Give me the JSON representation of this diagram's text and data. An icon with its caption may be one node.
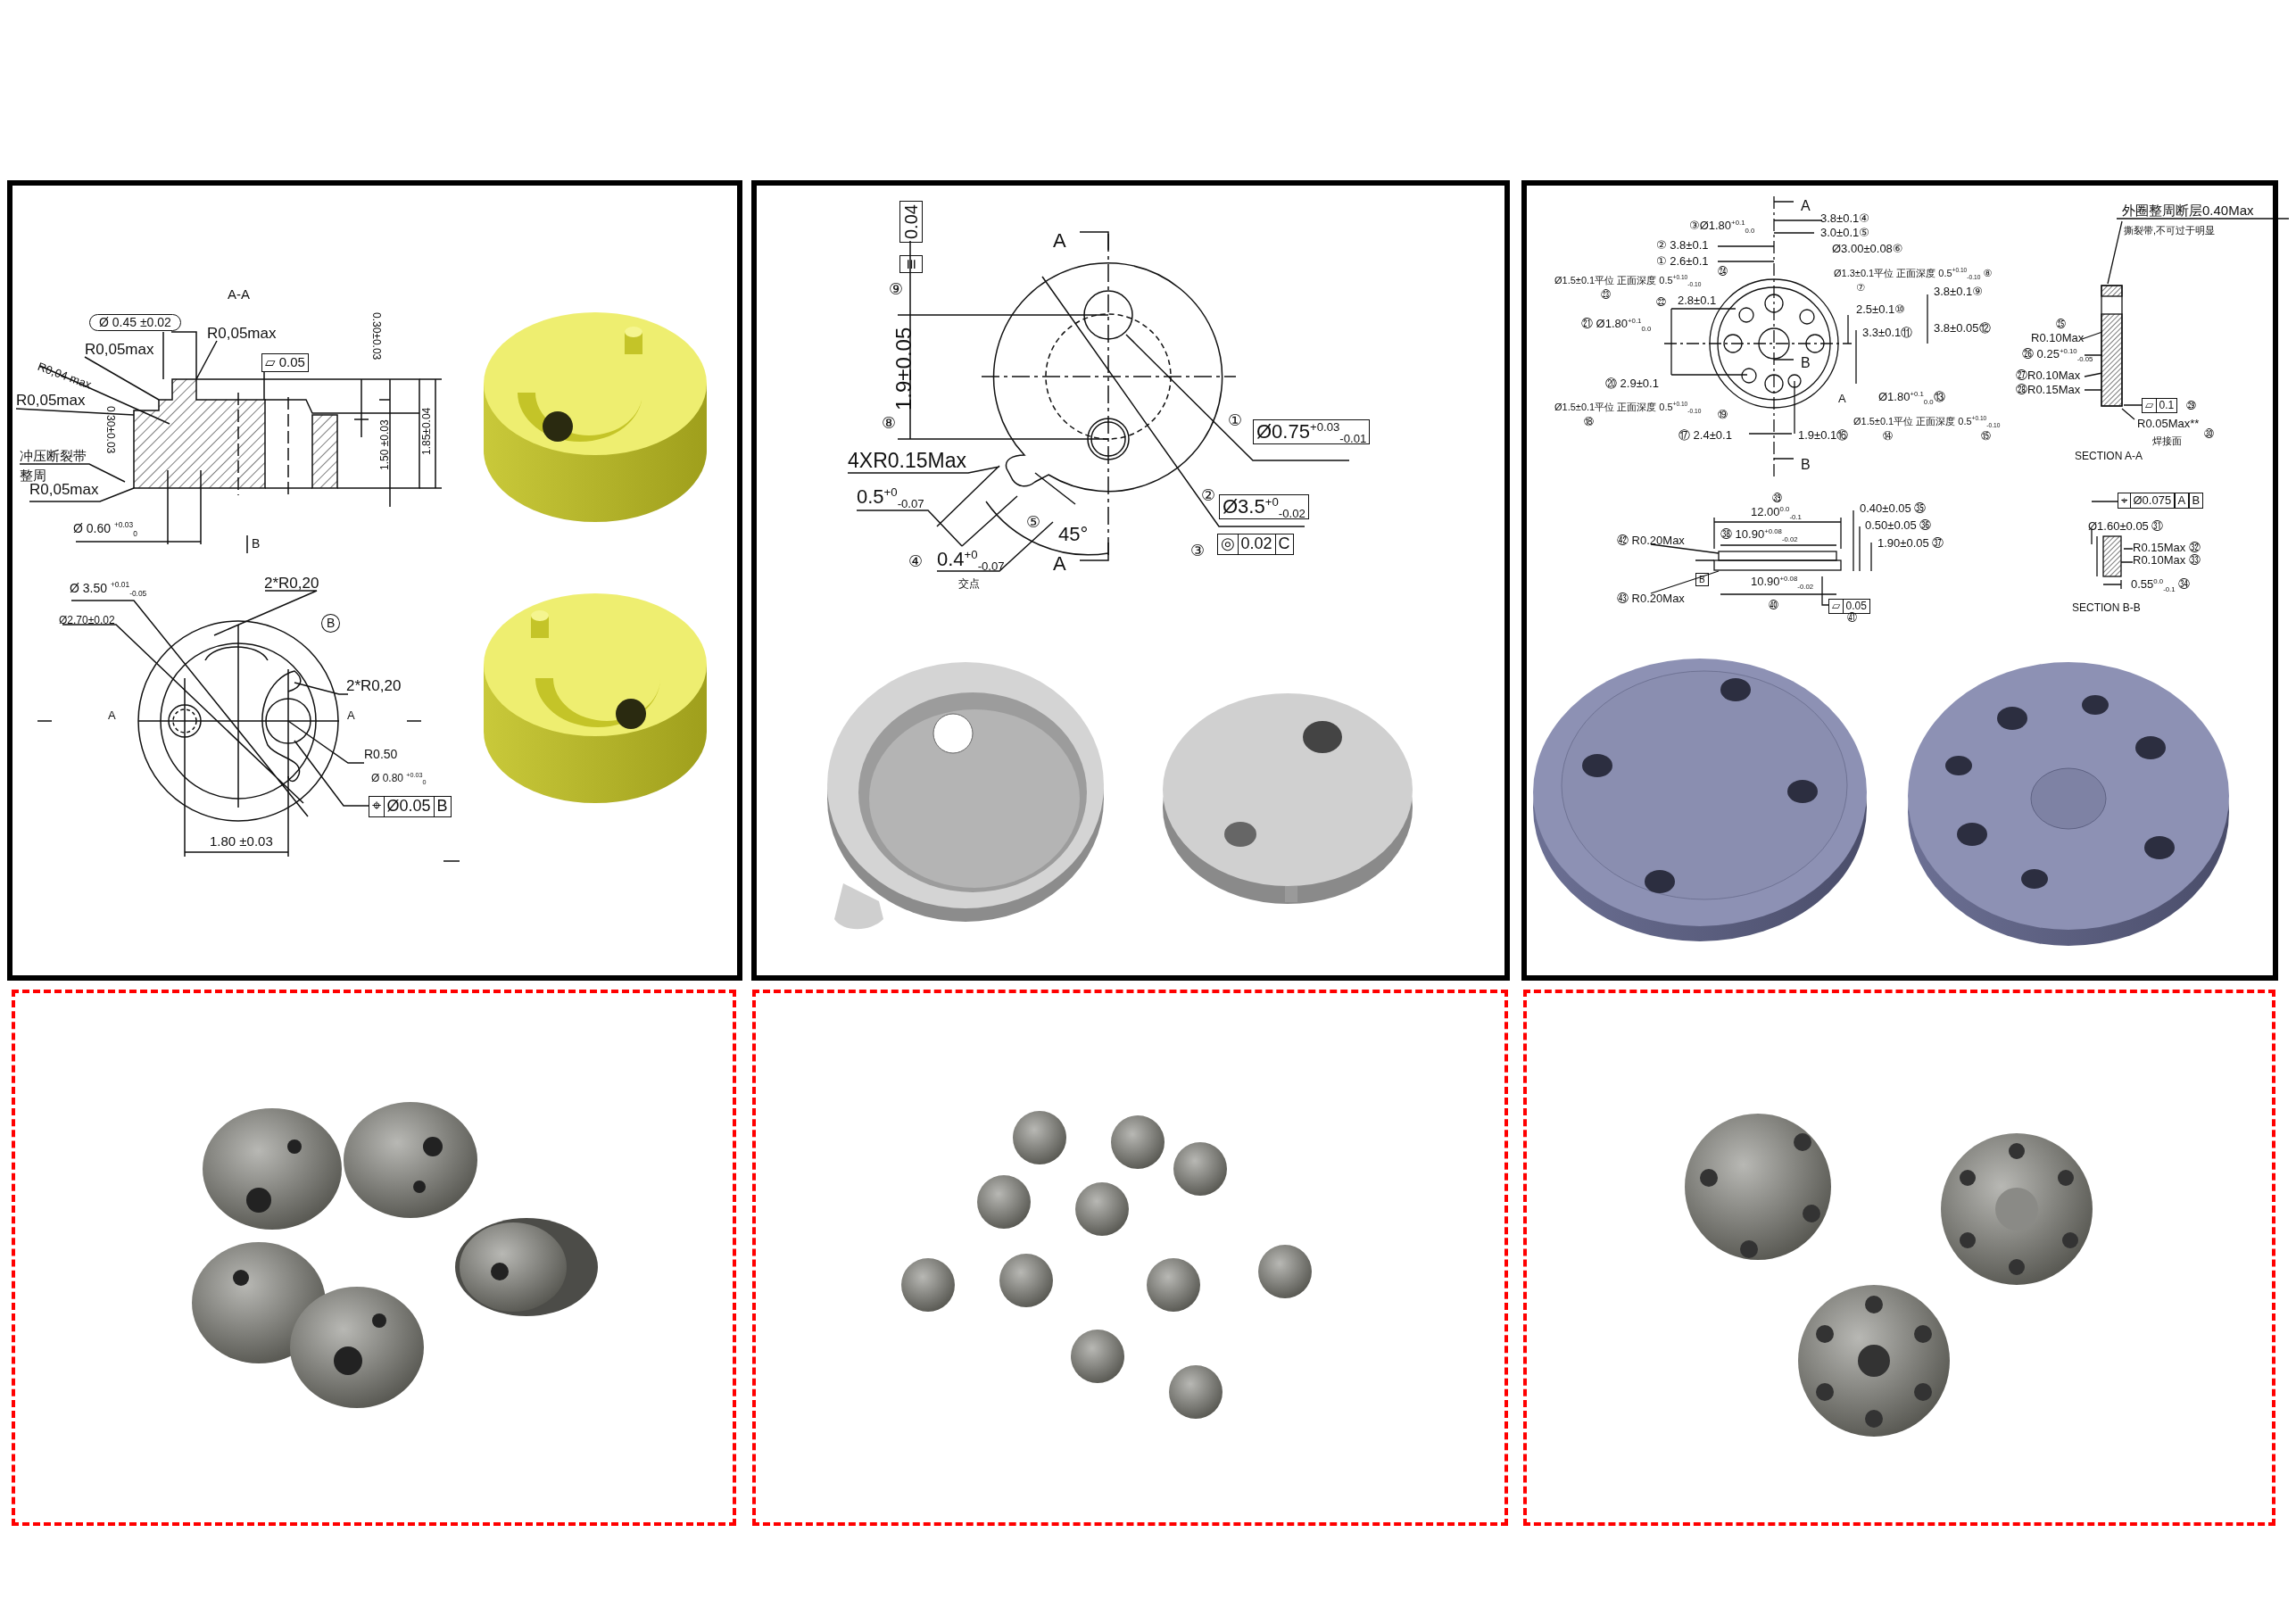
{
  "diagram": {
    "nodes": [
      {
        "text": [
          "A-A",
          "Ø 0.45 ±0.02",
          "R0,05max",
          "R0,05max",
          "R0,04 max",
          "R0,05max",
          "0.30±0.03",
          "冲压断裂带",
          "整周",
          "R0,05max",
          "▱ 0.05",
          "0.30±0.03",
          "1.50 ±0.03",
          "1.85±0.04",
          "Ø 0.60 $^{+0.03}$$_{0}$",
          "B",
          "Ø 3.50 $^{+0.01}$$_{-0.05}$",
          "2*R0,20",
          "Ø2.70±0.02",
          "B",
          "2*R0,20",
          "A",
          "A",
          "R0.50",
          "Ø 0.80 $^{+0.03}$$_{0}$",
          "⌖",
          "Ø0.05",
          "B",
          "1.80 ±0.03"
        ]
      },
      {
        "text": [
          "0.04",
          "≡",
          "⑨",
          "1.9±0.05",
          "⑧",
          "A",
          "A",
          "4XR0.15Max",
          "0.5$^{+0}$$_{-0.07}$",
          "④",
          "0.4$^{+0}$$_{-0.07}$",
          "交点",
          "⑤",
          "45°",
          "①",
          "Ø0.75$^{+0.03}$$_{-0.01}$",
          "②",
          "Ø3.5$^{+0}$$_{-0.02}$",
          "③",
          "◎",
          "0.02",
          "C"
        ]
      },
      {
        "text": [
          "A",
          "③Ø1.80$^{+0.1}$$_{0.0}$",
          "3.8±0.1④",
          "3.0±0.1⑤",
          "② 3.8±0.1",
          "① 2.6±0.1",
          "Ø3.00±0.08⑥",
          "㉔",
          "Ø1.5±0.1平位 正面深度 0.5$^{+0.10}$$_{-0.10}$",
          "Ø1.3±0.1平位 正面深度 0.5$^{+0.10}$$_{-0.10}$ ⑧",
          "⑦",
          "㉓",
          "3.8±0.1⑨",
          "㉒",
          "2.8±0.1",
          "2.5±0.1⑩",
          "㉑ Ø1.80$^{+0.1}$$_{0.0}$",
          "3.3±0.1⑪",
          "3.8±0.05⑫",
          "B",
          "⑳ 2.9±0.1",
          "A",
          "Ø1.80$^{+0.1}$$_{0.0}$⑬",
          "Ø1.5±0.1平位 正面深度 0.5$^{+0.10}$$_{-0.10}$",
          "⑲",
          "Ø1.5±0.1平位 正面深度 0.5$^{+0.10}$$_{-0.10}$",
          "⑮",
          "⑱",
          "⑰ 2.4±0.1",
          "1.9±0.1⑯",
          "⑭",
          "B",
          "外圈整周断层0.40Max",
          "撕裂带,不可过于明显",
          "㉕",
          "R0.10Max",
          "㉖ 0.25$^{+0.10}$$_{-0.05}$",
          "㉗R0.10Max",
          "㉘R0.15Max",
          "▱",
          "0.1",
          "㉙",
          "R0.05Max**",
          "㉚",
          "焊接面",
          "SECTION A-A",
          "㊴",
          "0.40±0.05 ㉟",
          "12.00$^{0.0}$$_{-0.1}$",
          "0.50±0.05 ㊱",
          "㊷ R0.20Max",
          "㊳ 10.90$^{+0.08}$$_{-0.02}$",
          "1.90±0.05 ㊲",
          "B",
          "10.90$^{+0.08}$$_{-0.02}$",
          "㊵",
          "㊸ R0.20Max",
          "▱",
          "0.05",
          "㊶",
          "⌖",
          "Ø0.075",
          "A",
          "B",
          "Ø1.60±0.05 ㉛",
          "R0.15Max ㉜",
          "R0.10Max ㉝",
          "0.55$^{0.0}$$_{-0.1}$ ㉞",
          "SECTION B-B"
        ]
      },
      {
        "text": [],
        "shape": "box"
      },
      {
        "text": [],
        "shape": "box"
      },
      {
        "text": [],
        "shape": "box"
      }
    ]
  }
}
